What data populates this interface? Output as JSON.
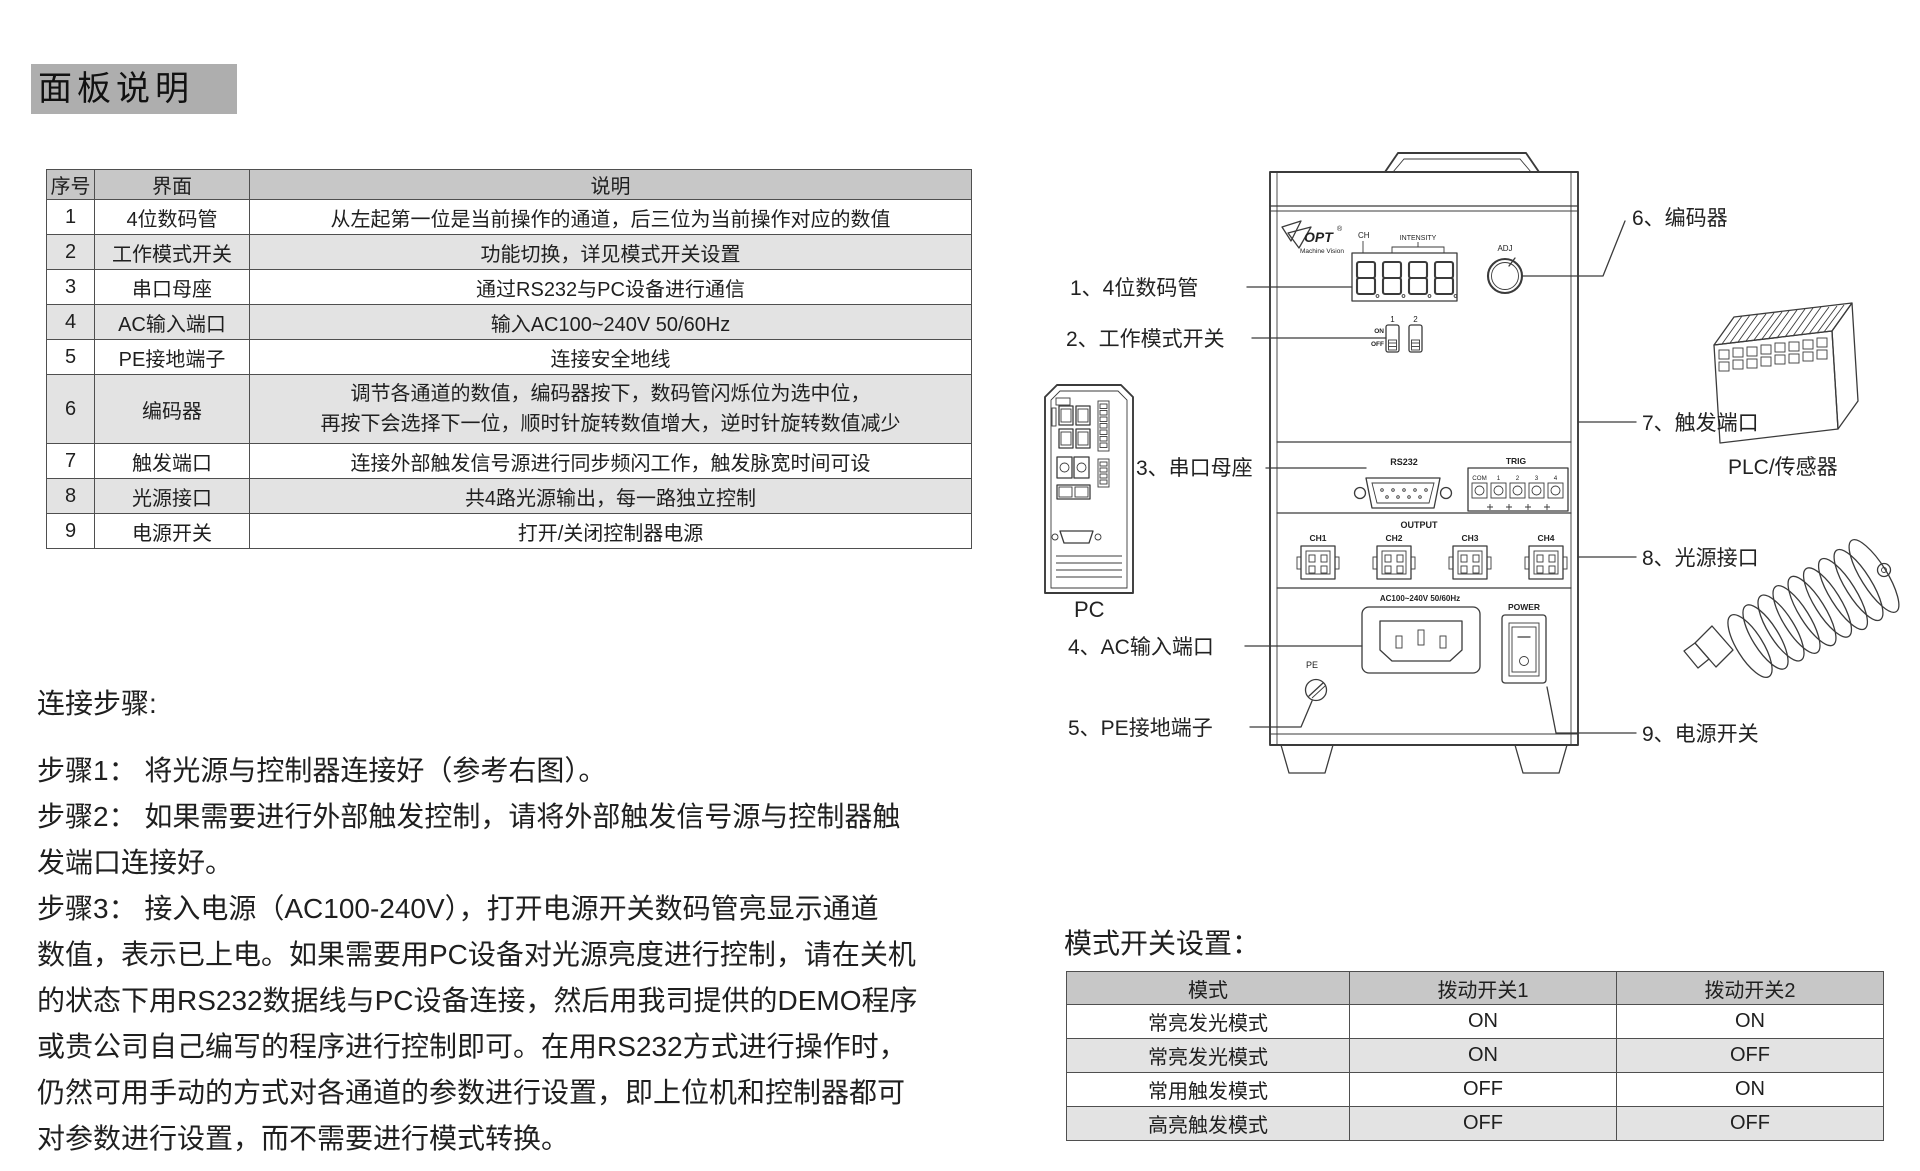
{
  "page": {
    "title": "面板说明"
  },
  "panel_table": {
    "headers": [
      "序号",
      "界面",
      "说明"
    ],
    "rows": [
      [
        "1",
        "4位数码管",
        "从左起第一位是当前操作的通道，后三位为当前操作对应的数值"
      ],
      [
        "2",
        "工作模式开关",
        "功能切换，详见模式开关设置"
      ],
      [
        "3",
        "串口母座",
        "通过RS232与PC设备进行通信"
      ],
      [
        "4",
        "AC输入端口",
        "输入AC100~240V  50/60Hz"
      ],
      [
        "5",
        "PE接地端子",
        "连接安全地线"
      ],
      [
        "6",
        "编码器",
        "调节各通道的数值，编码器按下，数码管闪烁位为选中位，",
        "再按下会选择下一位，顺时针旋转数值增大，逆时针旋转数值减少"
      ],
      [
        "7",
        "触发端口",
        "连接外部触发信号源进行同步频闪工作，触发脉宽时间可设"
      ],
      [
        "8",
        "光源接口",
        "共4路光源输出，每一路独立控制"
      ],
      [
        "9",
        "电源开关",
        "打开/关闭控制器电源"
      ]
    ]
  },
  "steps": {
    "heading": "连接步骤:",
    "lines": [
      "步骤1： 将光源与控制器连接好（参考右图）。",
      "步骤2： 如果需要进行外部触发控制，请将外部触发信号源与控制器触",
      "发端口连接好。",
      "步骤3： 接入电源（AC100-240V），打开电源开关数码管亮显示通道",
      "数值，表示已上电。如果需要用PC设备对光源亮度进行控制，请在关机",
      "的状态下用RS232数据线与PC设备连接，然后用我司提供的DEMO程序",
      "或贵公司自己编写的程序进行控制即可。在用RS232方式进行操作时，",
      "仍然可用手动的方式对各通道的参数进行设置，即上位机和控制器都可",
      "对参数进行设置，而不需要进行模式转换。"
    ]
  },
  "diagram": {
    "callouts": {
      "c1": "1、4位数码管",
      "c2": "2、工作模式开关",
      "c3": "3、串口母座",
      "c4": "4、AC输入端口",
      "c5": "5、PE接地端子",
      "c6": "6、编码器",
      "c7": "7、触发端口",
      "c8": "8、光源接口",
      "c9": "9、电源开关"
    },
    "pc_label": "PC",
    "plc_label": "PLC/传感器",
    "panel": {
      "logo": "OPT",
      "logo_reg": "®",
      "logo_sub": "Machine Vision",
      "ch": "CH",
      "intensity": "INTENSITY",
      "adj": "ADJ",
      "sw1": "1",
      "sw2": "2",
      "on": "ON",
      "off": "OFF",
      "rs232": "RS232",
      "trig": "TRIG",
      "trig_cols": [
        "COM",
        "1",
        "2",
        "3",
        "4"
      ],
      "output": "OUTPUT",
      "ch1": "CH1",
      "ch2": "CH2",
      "ch3": "CH3",
      "ch4": "CH4",
      "ac": "AC100~240V  50/60Hz",
      "power": "POWER",
      "pe": "PE",
      "display_digits": "8888"
    }
  },
  "mode_table": {
    "title": "模式开关设置：",
    "headers": [
      "模式",
      "拨动开关1",
      "拨动开关2"
    ],
    "rows": [
      [
        "常亮发光模式",
        "ON",
        "ON"
      ],
      [
        "常亮发光模式",
        "ON",
        "OFF"
      ],
      [
        "常用触发模式",
        "OFF",
        "ON"
      ],
      [
        "高亮触发模式",
        "OFF",
        "OFF"
      ]
    ]
  },
  "colors": {
    "header_gray": "#c7c7c7",
    "row_gray": "#e3e3e3",
    "title_gray": "#aeaeae",
    "line": "#3b3b3b"
  }
}
